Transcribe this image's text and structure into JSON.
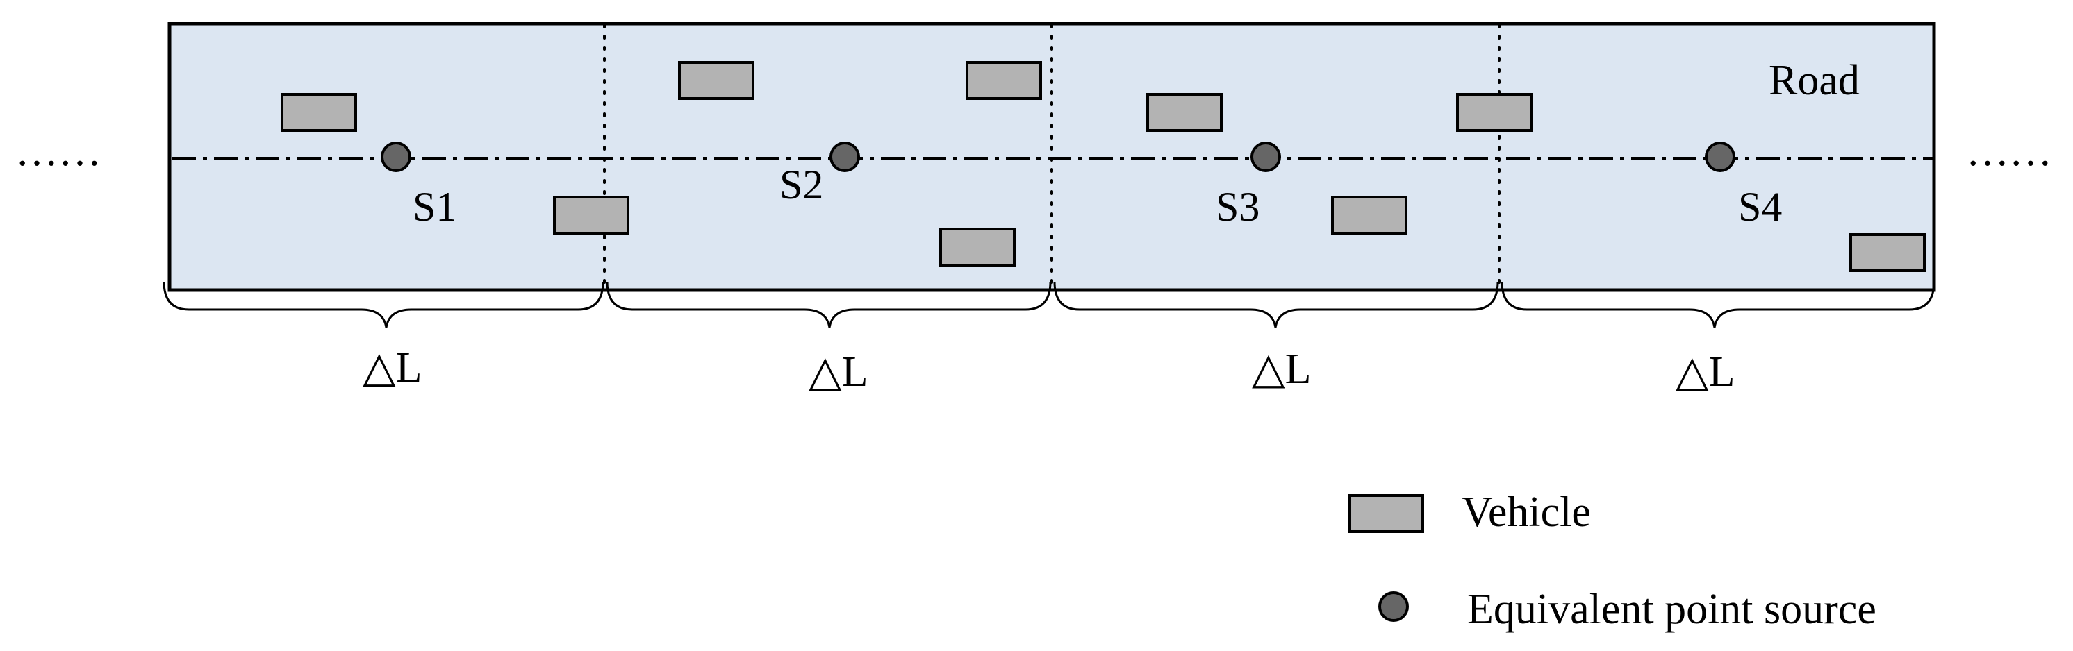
{
  "road": {
    "label": "Road",
    "fill": "#dce6f2",
    "border": "#000000",
    "ellipsis_left": "……",
    "ellipsis_right": "……"
  },
  "sources": [
    {
      "label": "S1"
    },
    {
      "label": "S2"
    },
    {
      "label": "S3"
    },
    {
      "label": "S4"
    }
  ],
  "segments": [
    {
      "label": "△L"
    },
    {
      "label": "△L"
    },
    {
      "label": "△L"
    },
    {
      "label": "△L"
    }
  ],
  "vehicle_color": "#b3b3b3",
  "source_color": "#666666",
  "legend": {
    "vehicle_label": "Vehicle",
    "source_label": "Equivalent point source"
  }
}
